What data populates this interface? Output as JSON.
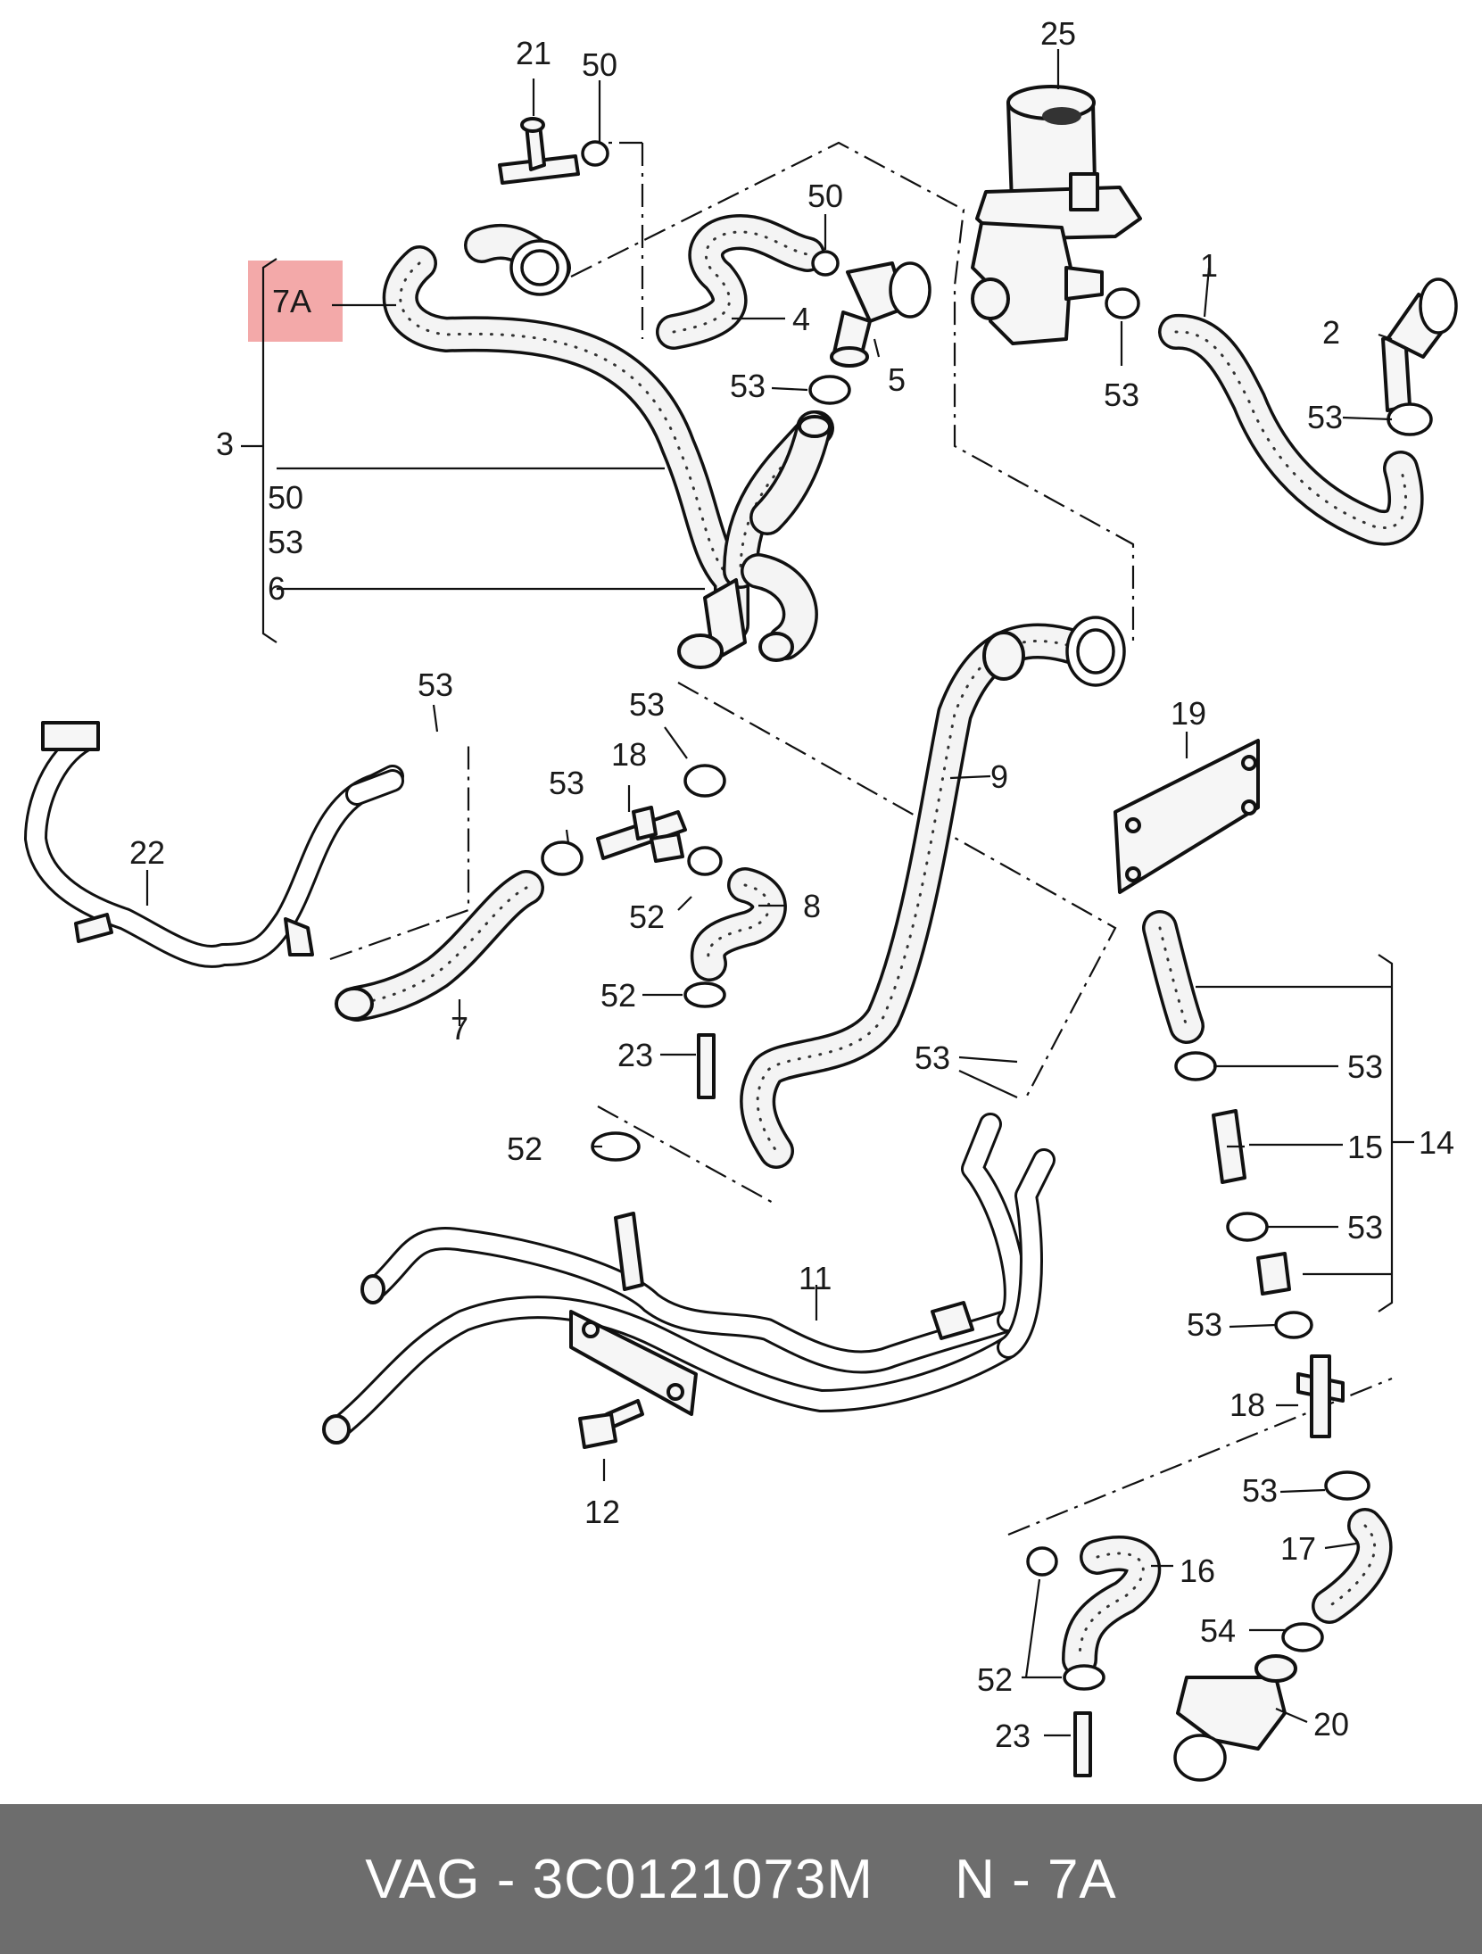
{
  "diagram": {
    "highlighted_label": "7A",
    "labels": [
      {
        "id": "l21",
        "text": "21"
      },
      {
        "id": "l50a",
        "text": "50"
      },
      {
        "id": "l25",
        "text": "25"
      },
      {
        "id": "l50b",
        "text": "50"
      },
      {
        "id": "l1",
        "text": "1"
      },
      {
        "id": "l2",
        "text": "2"
      },
      {
        "id": "l7a",
        "text": "7A"
      },
      {
        "id": "l4",
        "text": "4"
      },
      {
        "id": "l53a",
        "text": "53"
      },
      {
        "id": "l5",
        "text": "5"
      },
      {
        "id": "l53b",
        "text": "53"
      },
      {
        "id": "l53c",
        "text": "53"
      },
      {
        "id": "l3",
        "text": "3"
      },
      {
        "id": "l50c",
        "text": "50"
      },
      {
        "id": "l53d",
        "text": "53"
      },
      {
        "id": "l6",
        "text": "6"
      },
      {
        "id": "l53e",
        "text": "53"
      },
      {
        "id": "l53f",
        "text": "53"
      },
      {
        "id": "l19",
        "text": "19"
      },
      {
        "id": "l18a",
        "text": "18"
      },
      {
        "id": "l9",
        "text": "9"
      },
      {
        "id": "l53g",
        "text": "53"
      },
      {
        "id": "l22",
        "text": "22"
      },
      {
        "id": "l8",
        "text": "8"
      },
      {
        "id": "l52a",
        "text": "52"
      },
      {
        "id": "l52b",
        "text": "52"
      },
      {
        "id": "l7",
        "text": "7"
      },
      {
        "id": "l23a",
        "text": "23"
      },
      {
        "id": "l53h",
        "text": "53"
      },
      {
        "id": "l53i",
        "text": "53"
      },
      {
        "id": "l15",
        "text": "15"
      },
      {
        "id": "l14",
        "text": "14"
      },
      {
        "id": "l52c",
        "text": "52"
      },
      {
        "id": "l53j",
        "text": "53"
      },
      {
        "id": "l11",
        "text": "11"
      },
      {
        "id": "l53k",
        "text": "53"
      },
      {
        "id": "l18b",
        "text": "18"
      },
      {
        "id": "l12",
        "text": "12"
      },
      {
        "id": "l53l",
        "text": "53"
      },
      {
        "id": "l17",
        "text": "17"
      },
      {
        "id": "l16",
        "text": "16"
      },
      {
        "id": "l54",
        "text": "54"
      },
      {
        "id": "l52d",
        "text": "52"
      },
      {
        "id": "l20",
        "text": "20"
      },
      {
        "id": "l23b",
        "text": "23"
      }
    ]
  },
  "footer": {
    "brand": "VAG",
    "separator": " - ",
    "part_number": "3C0121073M",
    "gap": "     ",
    "position_prefix": "N - ",
    "position": "7A"
  }
}
